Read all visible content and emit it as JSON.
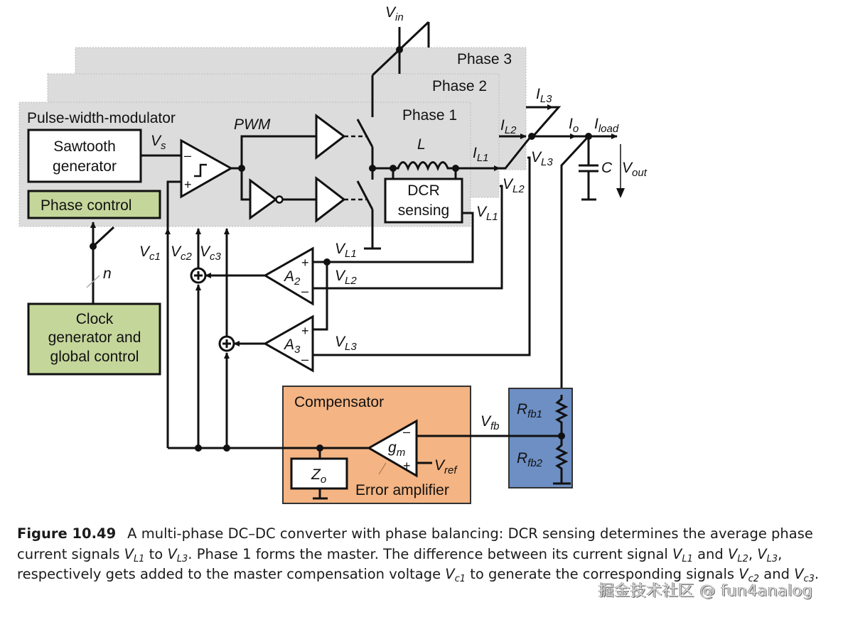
{
  "colors": {
    "phase_bg": "#dcdcdc",
    "green_block": "#c5d69b",
    "compensator_bg": "#f4b483",
    "feedback_bg": "#6d8fc4",
    "wire": "#111111"
  },
  "blocks": {
    "phase3": "Phase 3",
    "phase2": "Phase 2",
    "phase1": "Phase 1",
    "pwm_title": "Pulse-width-modulator",
    "sawtooth_l1": "Sawtooth",
    "sawtooth_l2": "generator",
    "phase_control": "Phase control",
    "clock_l1": "Clock",
    "clock_l2": "generator and",
    "clock_l3": "global control",
    "dcr_l1": "DCR",
    "dcr_l2": "sensing",
    "compensator": "Compensator",
    "error_amp": "Error amplifier"
  },
  "signals": {
    "vin": {
      "main": "V",
      "sub": "in"
    },
    "vs": {
      "main": "V",
      "sub": "s"
    },
    "pwm": "PWM",
    "L": "L",
    "C": "C",
    "n": "n",
    "il1": {
      "main": "I",
      "sub": "L1"
    },
    "il2": {
      "main": "I",
      "sub": "L2"
    },
    "il3": {
      "main": "I",
      "sub": "L3"
    },
    "io": {
      "main": "I",
      "sub": "o"
    },
    "iload": {
      "main": "I",
      "sub": "load"
    },
    "vout": {
      "main": "V",
      "sub": "out"
    },
    "vl1": {
      "main": "V",
      "sub": "L1"
    },
    "vl2": {
      "main": "V",
      "sub": "L2"
    },
    "vl3": {
      "main": "V",
      "sub": "L3"
    },
    "vc1": {
      "main": "V",
      "sub": "c1"
    },
    "vc2": {
      "main": "V",
      "sub": "c2"
    },
    "vc3": {
      "main": "V",
      "sub": "c3"
    },
    "a2": {
      "main": "A",
      "sub": "2"
    },
    "a3": {
      "main": "A",
      "sub": "3"
    },
    "gm": {
      "main": "g",
      "sub": "m"
    },
    "vref": {
      "main": "V",
      "sub": "ref"
    },
    "vfb": {
      "main": "V",
      "sub": "fb"
    },
    "zo": {
      "main": "Z",
      "sub": "o"
    },
    "rfb1": {
      "main": "R",
      "sub": "fb1"
    },
    "rfb2": {
      "main": "R",
      "sub": "fb2"
    },
    "plus": "+",
    "minus": "–"
  },
  "caption": {
    "figure_label": "Figure 10.49",
    "t1": "A multi-phase DC–DC converter with phase balancing: DCR sensing determines the average phase current signals ",
    "v": "V",
    "sL1": "L1",
    "t2": " to ",
    "sL3": "L3",
    "t3": ". Phase 1 forms the master. The difference between its current signal ",
    "t4": " and ",
    "sL2": "L2",
    "t5": ", ",
    "t6": ", respectively gets added to the master compensation voltage ",
    "sc1": "c1",
    "t7": " to generate the corresponding signals ",
    "sc2": "c2",
    "t8": " and ",
    "sc3": "c3",
    "t9": "."
  },
  "watermark": "掘金技术社区 @ fun4analog"
}
